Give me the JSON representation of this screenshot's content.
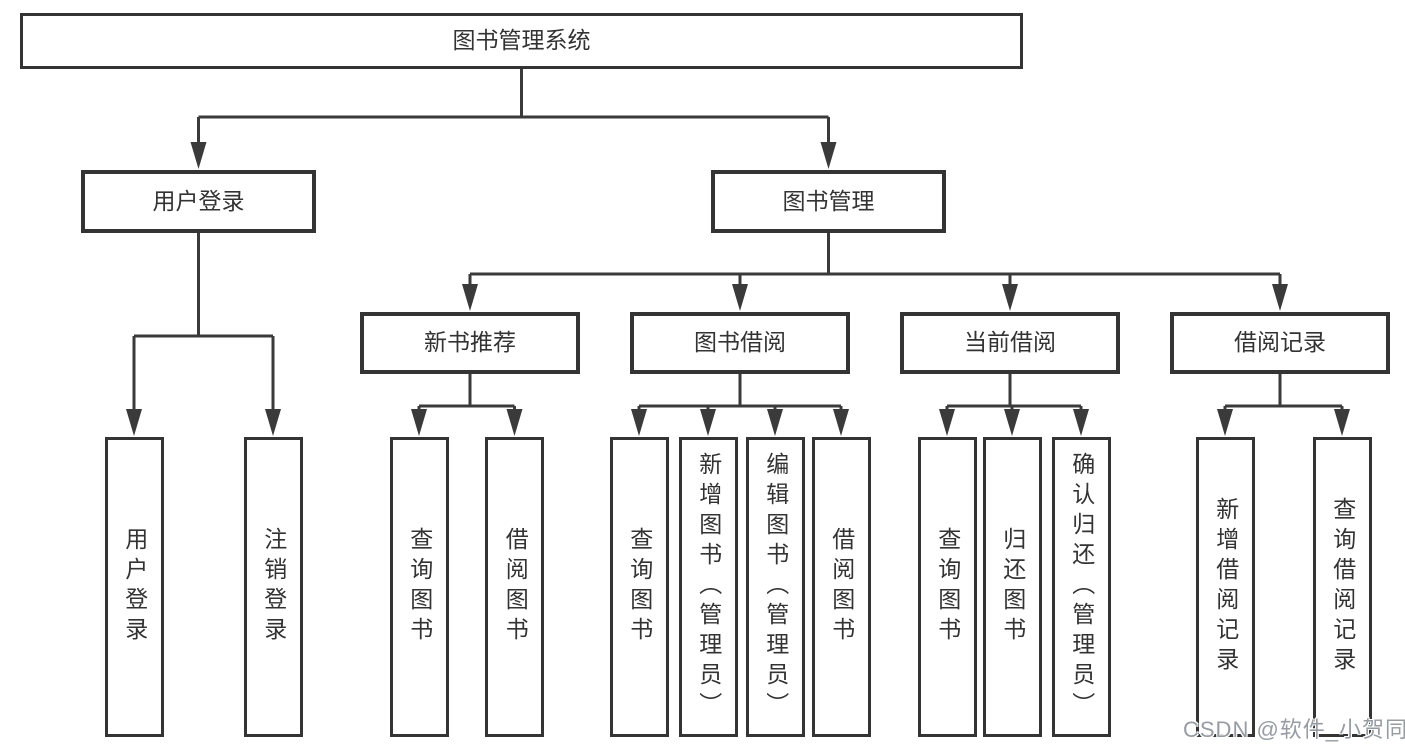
{
  "diagram": {
    "root": {
      "label": "图书管理系统"
    },
    "branches": [
      {
        "label": "用户登录",
        "children": [
          {
            "label": "用户登录"
          },
          {
            "label": "注销登录"
          }
        ]
      },
      {
        "label": "图书管理",
        "children": [
          {
            "label": "新书推荐",
            "children": [
              {
                "label": "查询图书"
              },
              {
                "label": "借阅图书"
              }
            ]
          },
          {
            "label": "图书借阅",
            "children": [
              {
                "label": "查询图书"
              },
              {
                "label": "新增图书（管理员）"
              },
              {
                "label": "编辑图书（管理员）"
              },
              {
                "label": "借阅图书"
              }
            ]
          },
          {
            "label": "当前借阅",
            "children": [
              {
                "label": "查询图书"
              },
              {
                "label": "归还图书"
              },
              {
                "label": "确认归还（管理员）"
              }
            ]
          },
          {
            "label": "借阅记录",
            "children": [
              {
                "label": "新增借阅记录"
              },
              {
                "label": "查询借阅记录"
              }
            ]
          }
        ]
      }
    ],
    "watermark": {
      "text": "CSDN @软件_小贺同学"
    },
    "colors": {
      "line": "#3a3a3a",
      "border": "#343434",
      "text": "#333333",
      "watermark": "#979ca3",
      "background": "#ffffff"
    }
  }
}
